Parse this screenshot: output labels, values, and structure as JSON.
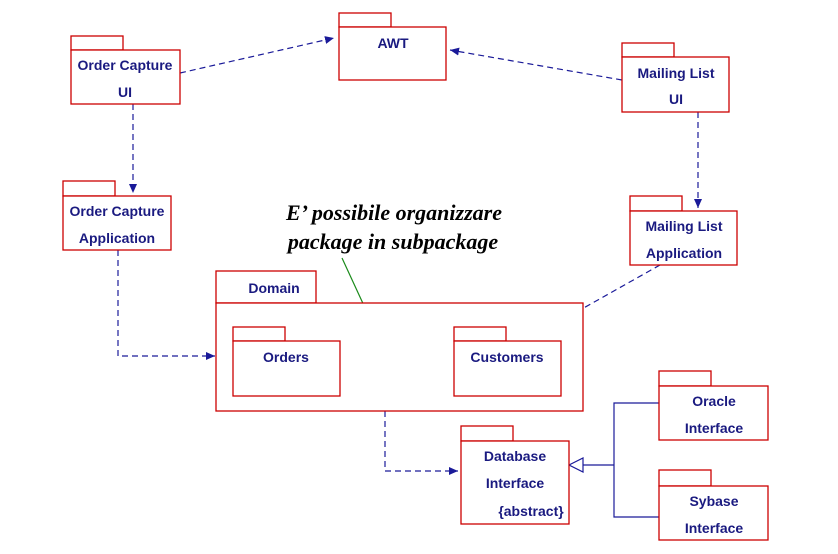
{
  "packages": {
    "awt": {
      "lines": [
        "AWT"
      ]
    },
    "order_capture_ui": {
      "lines": [
        "Order Capture",
        "UI"
      ]
    },
    "mailing_list_ui": {
      "lines": [
        "Mailing List",
        "UI"
      ]
    },
    "order_capture_app": {
      "lines": [
        "Order Capture",
        "Application"
      ]
    },
    "mailing_list_app": {
      "lines": [
        "Mailing List",
        "Application"
      ]
    },
    "domain": {
      "lines": [
        "Domain"
      ]
    },
    "orders": {
      "lines": [
        "Orders"
      ]
    },
    "customers": {
      "lines": [
        "Customers"
      ]
    },
    "database_interface": {
      "lines": [
        "Database",
        "Interface",
        "{abstract}"
      ]
    },
    "oracle_interface": {
      "lines": [
        "Oracle",
        "Interface"
      ]
    },
    "sybase_interface": {
      "lines": [
        "Sybase",
        "Interface"
      ]
    }
  },
  "note": {
    "lines": [
      "E’ possibile organizzare",
      "package in subpackage"
    ]
  },
  "colors": {
    "package_border": "#cc0000",
    "connector": "#1a1a99",
    "note_arrow": "#1a8a1a",
    "label": "#1a1a80"
  }
}
